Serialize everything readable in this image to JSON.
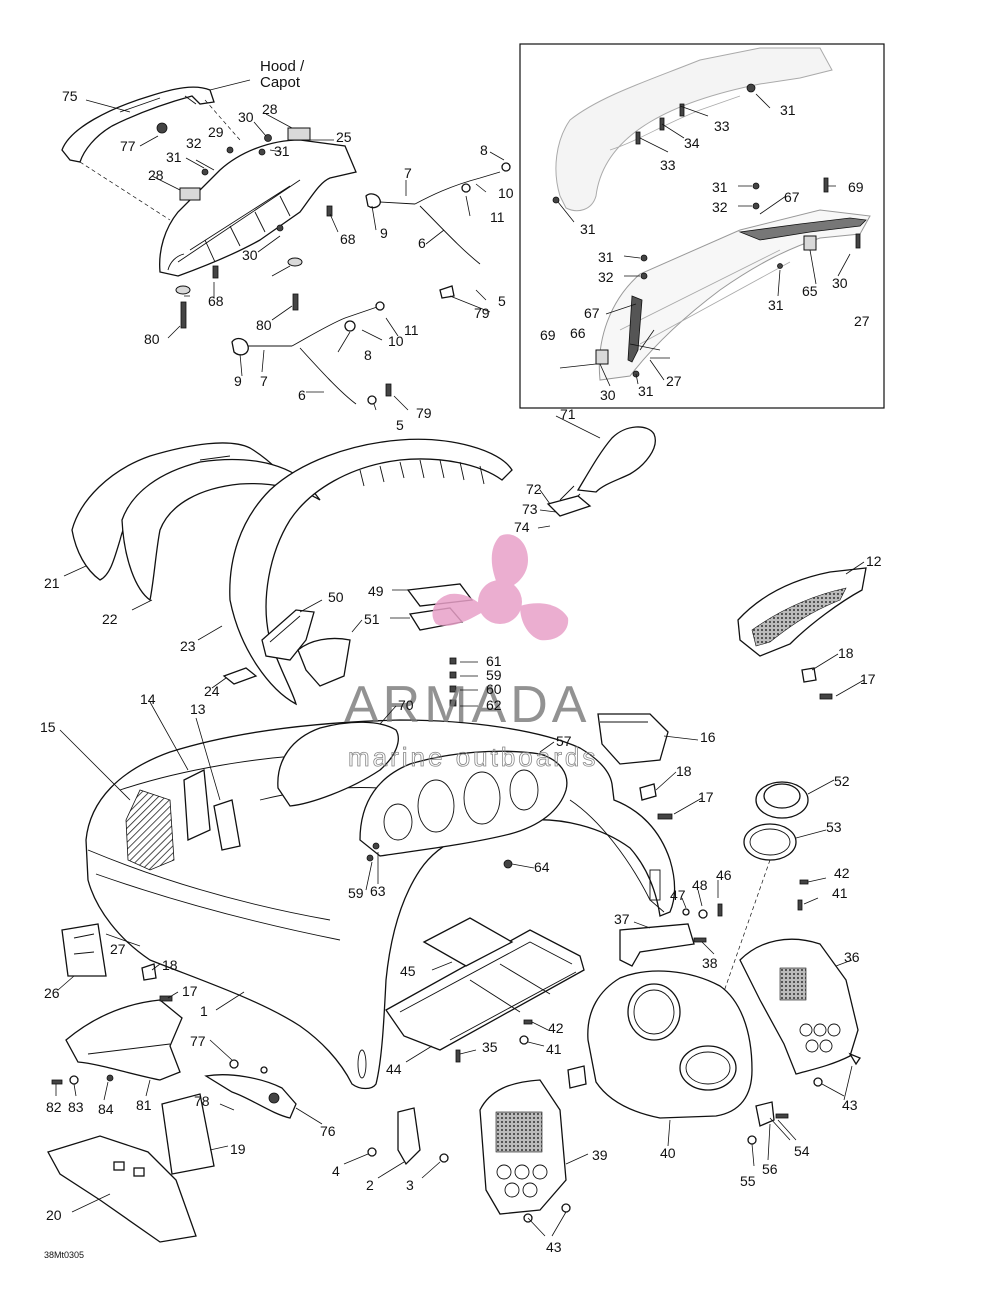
{
  "diagram": {
    "hood_label_line1": "Hood /",
    "hood_label_line2": "Capot",
    "diagram_code": "38Mt0305",
    "watermark": {
      "brand": "ARMADA",
      "tagline": "marine outboards",
      "accent_color": "#e8a0c8"
    },
    "part_numbers": {
      "p1": "1",
      "p2": "2",
      "p3": "3",
      "p4": "4",
      "p5": "5",
      "p6": "6",
      "p7": "7",
      "p8": "8",
      "p9": "9",
      "p10": "10",
      "p11": "11",
      "p12": "12",
      "p13": "13",
      "p14": "14",
      "p15": "15",
      "p16": "16",
      "p17": "17",
      "p18": "18",
      "p19": "19",
      "p20": "20",
      "p21": "21",
      "p22": "22",
      "p23": "23",
      "p24": "24",
      "p25": "25",
      "p26": "26",
      "p27": "27",
      "p28": "28",
      "p29": "29",
      "p30": "30",
      "p31": "31",
      "p32": "32",
      "p33": "33",
      "p34": "34",
      "p35": "35",
      "p36": "36",
      "p37": "37",
      "p38": "38",
      "p39": "39",
      "p40": "40",
      "p41": "41",
      "p42": "42",
      "p43": "43",
      "p44": "44",
      "p45": "45",
      "p46": "46",
      "p47": "47",
      "p48": "48",
      "p49": "49",
      "p50": "50",
      "p51": "51",
      "p52": "52",
      "p53": "53",
      "p54": "54",
      "p55": "55",
      "p56": "56",
      "p57": "57",
      "p59": "59",
      "p60": "60",
      "p61": "61",
      "p62": "62",
      "p63": "63",
      "p64": "64",
      "p65": "65",
      "p66": "66",
      "p67": "67",
      "p68": "68",
      "p69": "69",
      "p70": "70",
      "p71": "71",
      "p72": "72",
      "p73": "73",
      "p74": "74",
      "p75": "75",
      "p76": "76",
      "p77": "77",
      "p78": "78",
      "p79": "79",
      "p80": "80",
      "p81": "81",
      "p82": "82",
      "p83": "83",
      "p84": "84"
    }
  }
}
